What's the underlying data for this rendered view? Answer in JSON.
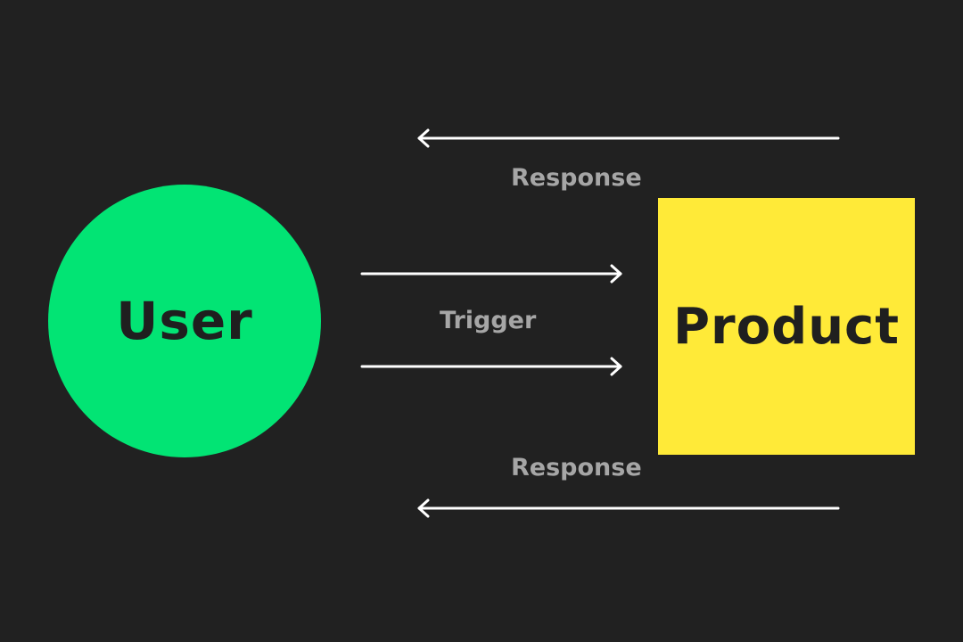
{
  "nodes": {
    "user": {
      "label": "User",
      "color": "#02E474"
    },
    "product": {
      "label": "Product",
      "color": "#FFEA38"
    }
  },
  "edges": {
    "response_top": {
      "label": "Response",
      "direction": "product-to-user"
    },
    "trigger": {
      "label": "Trigger",
      "direction": "user-to-product"
    },
    "response_bottom": {
      "label": "Response",
      "direction": "product-to-user"
    }
  },
  "colors": {
    "background": "#212121",
    "arrow": "#FFFFFF",
    "edge_label": "#A6A6A6",
    "node_text": "#1F1F1F"
  }
}
